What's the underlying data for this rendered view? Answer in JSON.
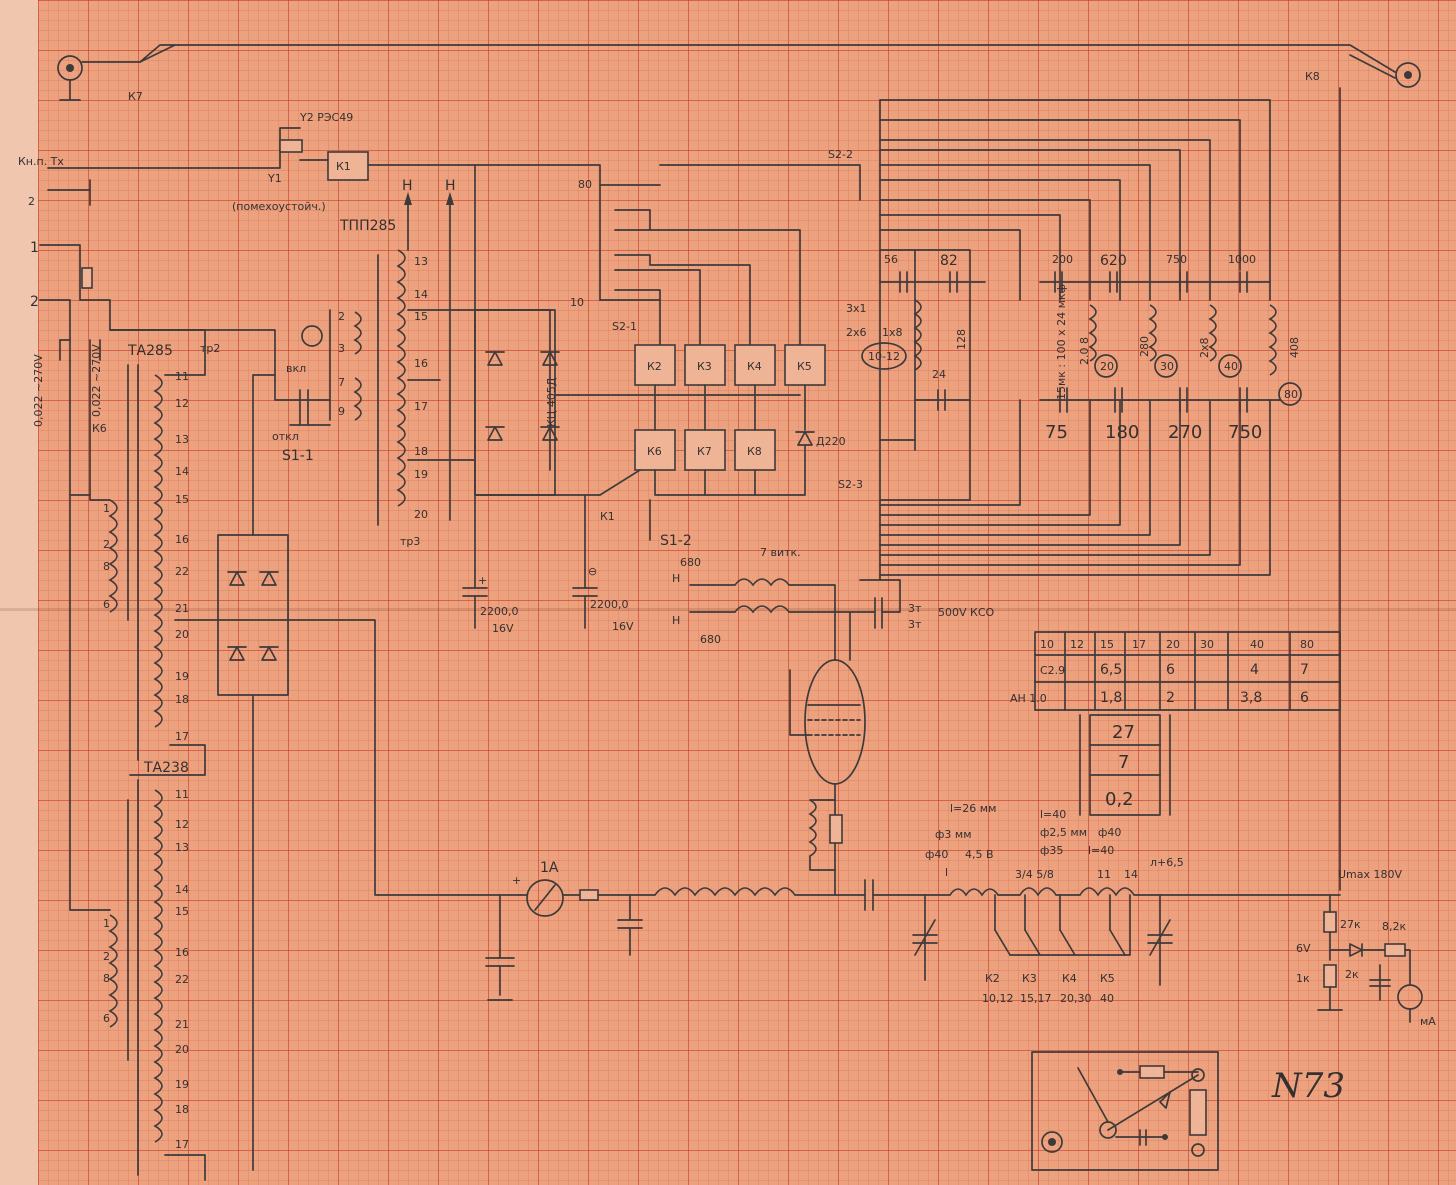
{
  "sheet_number": "N73",
  "relay_label": "Y2 РЭС49",
  "y1_label": "Y1",
  "y1_note": "(помехоустойч.)",
  "input_labels": [
    "Кн.п. Tx",
    "2",
    "1",
    "2"
  ],
  "coupling_caps": [
    "0,022 ~270V",
    "0,022 ~270V"
  ],
  "transformers": {
    "upper_left": "ТА285",
    "upper_left_note": "тр2",
    "lower_left": "ТА238",
    "middle": "ТПП285",
    "middle_note": "тр3"
  },
  "upper_left_pins": [
    "11",
    "12",
    "13",
    "14",
    "15",
    "16",
    "22",
    "21",
    "20",
    "19",
    "18",
    "17"
  ],
  "lower_left_pins": [
    "11",
    "12",
    "13",
    "14",
    "15",
    "16",
    "22",
    "21",
    "20",
    "19",
    "18",
    "17"
  ],
  "left_small_pins_top": [
    "1",
    "2",
    "8",
    "6"
  ],
  "left_small_pins_bottom": [
    "1",
    "2",
    "8",
    "6"
  ],
  "middle_pins": [
    "13",
    "14",
    "15",
    "16",
    "17",
    "18",
    "19",
    "20"
  ],
  "aux_pins": [
    "2",
    "3",
    "7",
    "9"
  ],
  "switch_labels": {
    "s1_1": "S1-1",
    "s1_2": "S1-2",
    "s2_1": "S2-1",
    "s2_2": "S2-2",
    "s2_3": "S2-3",
    "on": "вкл",
    "off": "откл",
    "h1": "Н",
    "h2": "Н",
    "k6": "К6",
    "k7": "К7",
    "k8": "К8",
    "k1": "К1"
  },
  "bridge_label": "КЦ 405Д",
  "zener_label": "Д220",
  "band_positions": [
    "80",
    "10"
  ],
  "relay_row1": [
    "К2",
    "К3",
    "К4",
    "К5"
  ],
  "relay_row2": [
    "К6",
    "К7",
    "К8"
  ],
  "relay_k1": "К1",
  "filter_caps_top": [
    "56",
    "82",
    "200",
    "620",
    "750",
    "1000"
  ],
  "filter_caps_bottom": [
    "75",
    "180",
    "270",
    "750"
  ],
  "filter_misc": [
    "24",
    "128",
    "15мк : 100 х 24 мкф",
    "2.0 8",
    "280",
    "2х8",
    "408",
    "3х1",
    "2х6",
    "1х8"
  ],
  "filter_bands": [
    "10-12",
    "20",
    "30",
    "40",
    "80"
  ],
  "psu_caps": [
    {
      "value": "2200,0",
      "voltage": "16V",
      "polarity": "+"
    },
    {
      "value": "2200,0",
      "voltage": "16V",
      "polarity": "⊖"
    }
  ],
  "psu_note": [
    "680",
    "680",
    "7 витк.",
    "Н",
    "Н",
    "3т",
    "3т",
    "500V КСО"
  ],
  "table": {
    "header": [
      "10",
      "12",
      "15",
      "17",
      "20",
      "30",
      "40",
      "80"
    ],
    "row1_label": "С2.9",
    "row1": [
      "6,5",
      "6",
      "4",
      "7"
    ],
    "row2_label": "АН 1.0",
    "row2": [
      "1,8",
      "2",
      "3,8",
      "6"
    ]
  },
  "mini_table": [
    "27",
    "7",
    "0,2"
  ],
  "output_notes": [
    "l=26 мм",
    "ф3 мм",
    "ф40",
    "4,5 В",
    "l",
    "l=40",
    "ф2,5 мм",
    "ф40",
    "ф35",
    "l=40",
    "3/4 5/8",
    "11",
    "14",
    "л+6,5"
  ],
  "output_relays": [
    "К2",
    "К3",
    "К4",
    "К5"
  ],
  "output_bands": [
    "10,12",
    "15,17",
    "20,30",
    "40"
  ],
  "ammeter": "1А",
  "ammeter_plus": "+",
  "meter_labels": [
    "Umax 180V",
    "27к",
    "8,2к",
    "6V",
    "1к",
    "2к",
    "мА"
  ]
}
